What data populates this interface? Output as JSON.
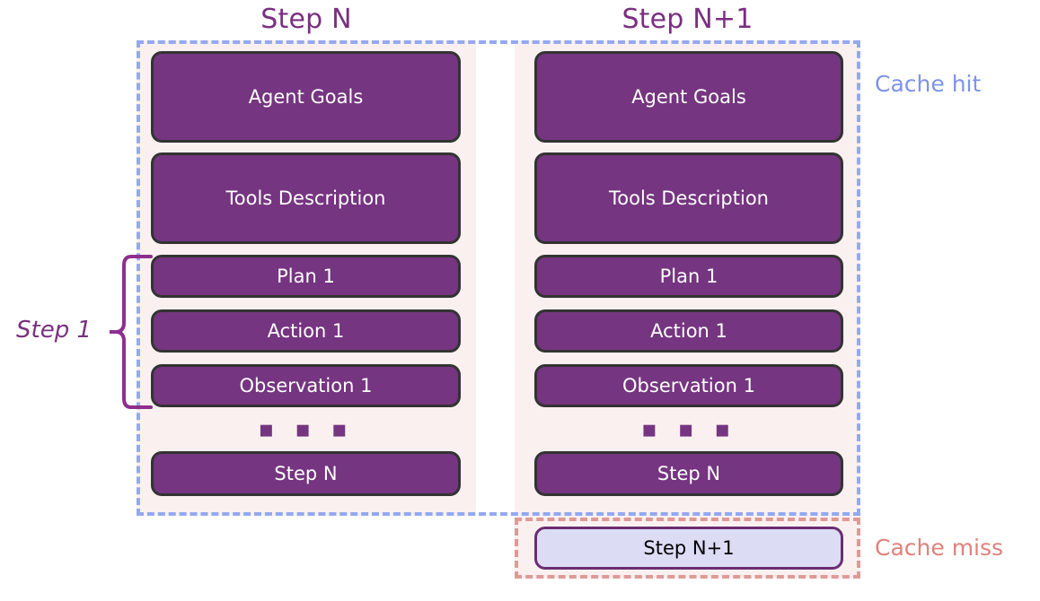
{
  "diagram": {
    "title_left": "Step N",
    "title_right": "Step N+1",
    "columns": [
      {
        "id": "step-n",
        "header": "Step N",
        "blocks": [
          {
            "label": "Agent Goals",
            "kind": "context"
          },
          {
            "label": "Tools Description",
            "kind": "context"
          },
          {
            "label": "Plan 1",
            "kind": "step"
          },
          {
            "label": "Action 1",
            "kind": "step"
          },
          {
            "label": "Observation 1",
            "kind": "step"
          },
          {
            "label": "Step N",
            "kind": "step"
          }
        ],
        "ellipsis": "▪ ▪ ▪"
      },
      {
        "id": "step-n-plus-1",
        "header": "Step N+1",
        "blocks": [
          {
            "label": "Agent Goals",
            "kind": "context"
          },
          {
            "label": "Tools Description",
            "kind": "context"
          },
          {
            "label": "Plan 1",
            "kind": "step"
          },
          {
            "label": "Action 1",
            "kind": "step"
          },
          {
            "label": "Observation 1",
            "kind": "step"
          },
          {
            "label": "Step N",
            "kind": "step"
          }
        ],
        "ellipsis": "▪ ▪ ▪",
        "appended_block": {
          "label": "Step N+1",
          "kind": "new"
        }
      }
    ],
    "annotations": {
      "cache_hit": "Cache hit",
      "cache_miss": "Cache miss",
      "step_bracket": "Step 1"
    },
    "colors": {
      "block_purple": "#753580",
      "block_border": "#333333",
      "new_block_fill": "#DCDCF5",
      "new_block_border": "#6B2D72",
      "column_bg": "#FBF0F0",
      "cache_hit": "#93A9F0",
      "cache_hit_text": "#7D93EC",
      "cache_miss": "#DE9A96",
      "cache_miss_text": "#E0817C",
      "header_text": "#7A2F80",
      "brace": "#8E2F8E"
    }
  }
}
